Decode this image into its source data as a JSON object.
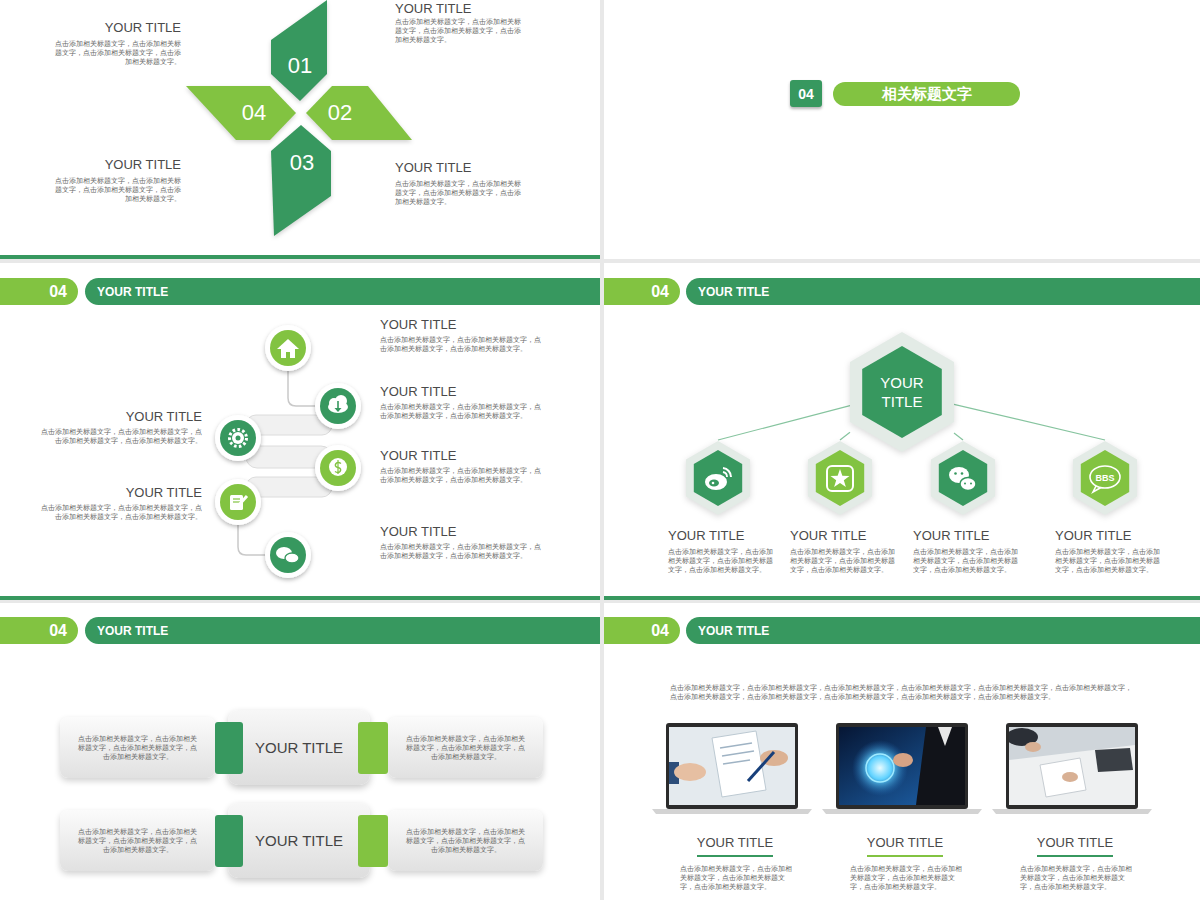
{
  "diagram": {
    "nodes": [
      {
        "text": [
          "01"
        ]
      },
      {
        "text": [
          "02"
        ]
      },
      {
        "text": [
          "03"
        ]
      },
      {
        "text": [
          "04"
        ]
      },
      {
        "text": [
          "04"
        ]
      },
      {
        "text": [
          "相关标题文字"
        ]
      },
      {
        "text": [
          "04"
        ]
      },
      {
        "text": [
          "YOUR TITLE"
        ]
      },
      {
        "text": [
          "04"
        ]
      },
      {
        "text": [
          "YOUR TITLE"
        ]
      },
      {
        "text": [
          "YOUR TITLE"
        ]
      },
      {
        "text": [
          "YOUR TITLE",
          "点击添加相关标题文字，点击添加相关标题文字，点击添加相关标题文字，点击添加相关标题文字。"
        ]
      },
      {
        "text": [
          "YOUR TITLE",
          "点击添加相关标题文字，点击添加相关标题文字，点击添加相关标题文字，点击添加相关标题文字。"
        ]
      },
      {
        "text": [
          "YOUR TITLE",
          "点击添加相关标题文字，点击添加相关标题文字，点击添加相关标题文字，点击添加相关标题文字。"
        ]
      },
      {
        "text": [
          "BBS",
          "YOUR TITLE",
          "点击添加相关标题文字，点击添加相关标题文字，点击添加相关标题文字，点击添加相关标题文字。"
        ]
      },
      {
        "text": [
          "04"
        ]
      },
      {
        "text": [
          "YOUR TITLE"
        ]
      },
      {
        "text": [
          "点击添加相关标题文字，点击添加相关标题文字，点击添加相关标题文字，点击添加相关标题文字。"
        ]
      },
      {
        "text": [
          "YOUR TITLE"
        ]
      },
      {
        "text": [
          "点击添加相关标题文字，点击添加相关标题文字，点击添加相关标题文字，点击添加相关标题文字。"
        ]
      },
      {
        "text": [
          "点击添加相关标题文字，点击添加相关标题文字，点击添加相关标题文字，点击添加相关标题文字。"
        ]
      },
      {
        "text": [
          "YOUR TITLE"
        ]
      },
      {
        "text": [
          "点击添加相关标题文字，点击添加相关标题文字，点击添加相关标题文字，点击添加相关标题文字。"
        ]
      },
      {
        "text": [
          "04"
        ]
      },
      {
        "text": [
          "YOUR TITLE"
        ]
      }
    ],
    "edges": [
      {
        "from": 10,
        "to": 11,
        "arrow": "none"
      },
      {
        "from": 10,
        "to": 12,
        "arrow": "none"
      },
      {
        "from": 10,
        "to": 13,
        "arrow": "none"
      },
      {
        "from": 10,
        "to": 14,
        "arrow": "none"
      }
    ],
    "labels": [
      "YOUR TITLE",
      "点击添加相关标题文字，点击添加相关标题文字，点击添加相关标题文字，点击添加相关标题文字。",
      "YOUR TITLE",
      "点击添加相关标题文字，点击添加相关标题文字，点击添加相关标题文字，点击添加相关标题文字。",
      "YOUR TITLE",
      "点击添加相关标题文字，点击添加相关标题文字，点击添加相关标题文字，点击添加相关标题文字。",
      "YOUR TITLE",
      "点击添加相关标题文字，点击添加相关标题文字，点击添加相关标题文字，点击添加相关标题文字。",
      "YOUR TITLE",
      "点击添加相关标题文字，点击添加相关标题文字，点击添加相关标题文字，点击添加相关标题文字。",
      "YOUR TITLE",
      "点击添加相关标题文字，点击添加相关标题文字，点击添加相关标题文字，点击添加相关标题文字。",
      "YOUR TITLE",
      "点击添加相关标题文字，点击添加相关标题文字，点击添加相关标题文字，点击添加相关标题文字。",
      "YOUR TITLE",
      "点击添加相关标题文字，点击添加相关标题文字，点击添加相关标题文字，点击添加相关标题文字。",
      "YOUR TITLE",
      "点击添加相关标题文字，点击添加相关标题文字，点击添加相关标题文字，点击添加相关标题文字。",
      "YOUR TITLE",
      "点击添加相关标题文字，点击添加相关标题文字，点击添加相关标题文字，点击添加相关标题文字。",
      "点击添加相关标题文字，点击添加相关标题文字，点击添加相关标题文字，点击添加相关标题文字，点击添加相关标题文字，点击添加相关标题文字，点击添加相关标题文字，点击添加相关标题文字，点击添加相关标题文字，点击添加相关标题文字，点击添加相关标题文字。",
      "YOUR TITLE",
      "点击添加相关标题文字，点击添加相关标题文字，点击添加相关标题文字，点击添加相关标题文字。",
      "YOUR TITLE",
      "点击添加相关标题文字，点击添加相关标题文字，点击添加相关标题文字，点击添加相关标题文字。",
      "YOUR TITLE",
      "点击添加相关标题文字，点击添加相关标题文字，点击添加相关标题文字，点击添加相关标题文字。"
    ]
  }
}
